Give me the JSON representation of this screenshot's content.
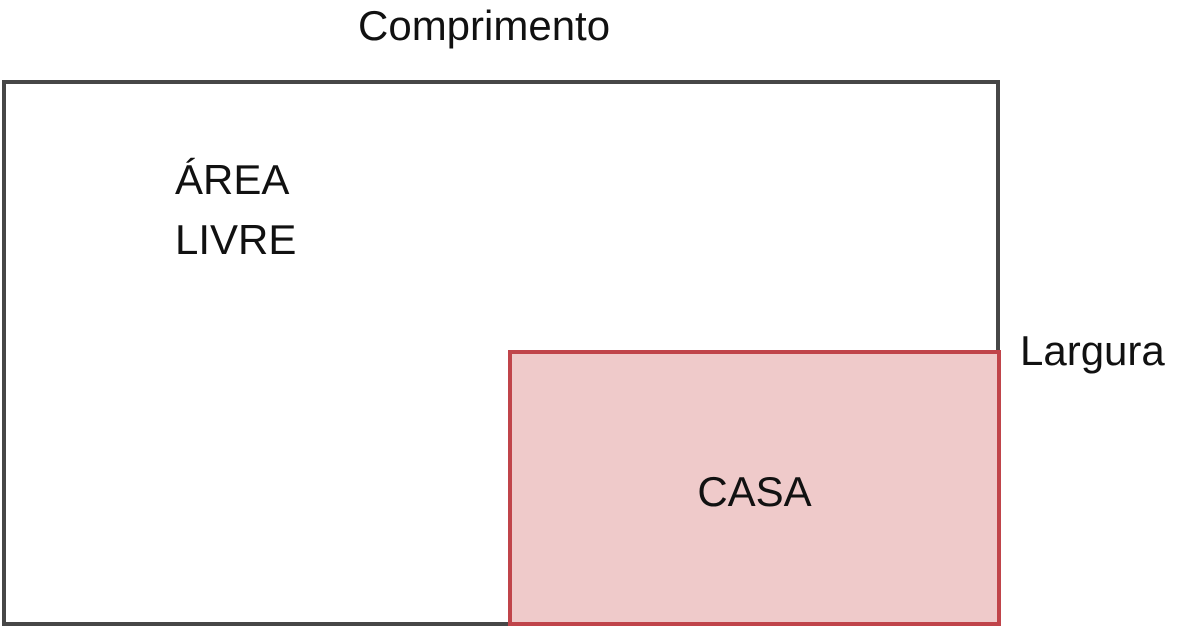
{
  "labels": {
    "length": "Comprimento",
    "width": "Largura"
  },
  "free_area": {
    "line1": "ÁREA",
    "line2": "LIVRE"
  },
  "house": {
    "label": "CASA"
  },
  "colors": {
    "outer_border": "#474747",
    "house_border": "#c0444a",
    "house_fill": "#efcaca"
  }
}
